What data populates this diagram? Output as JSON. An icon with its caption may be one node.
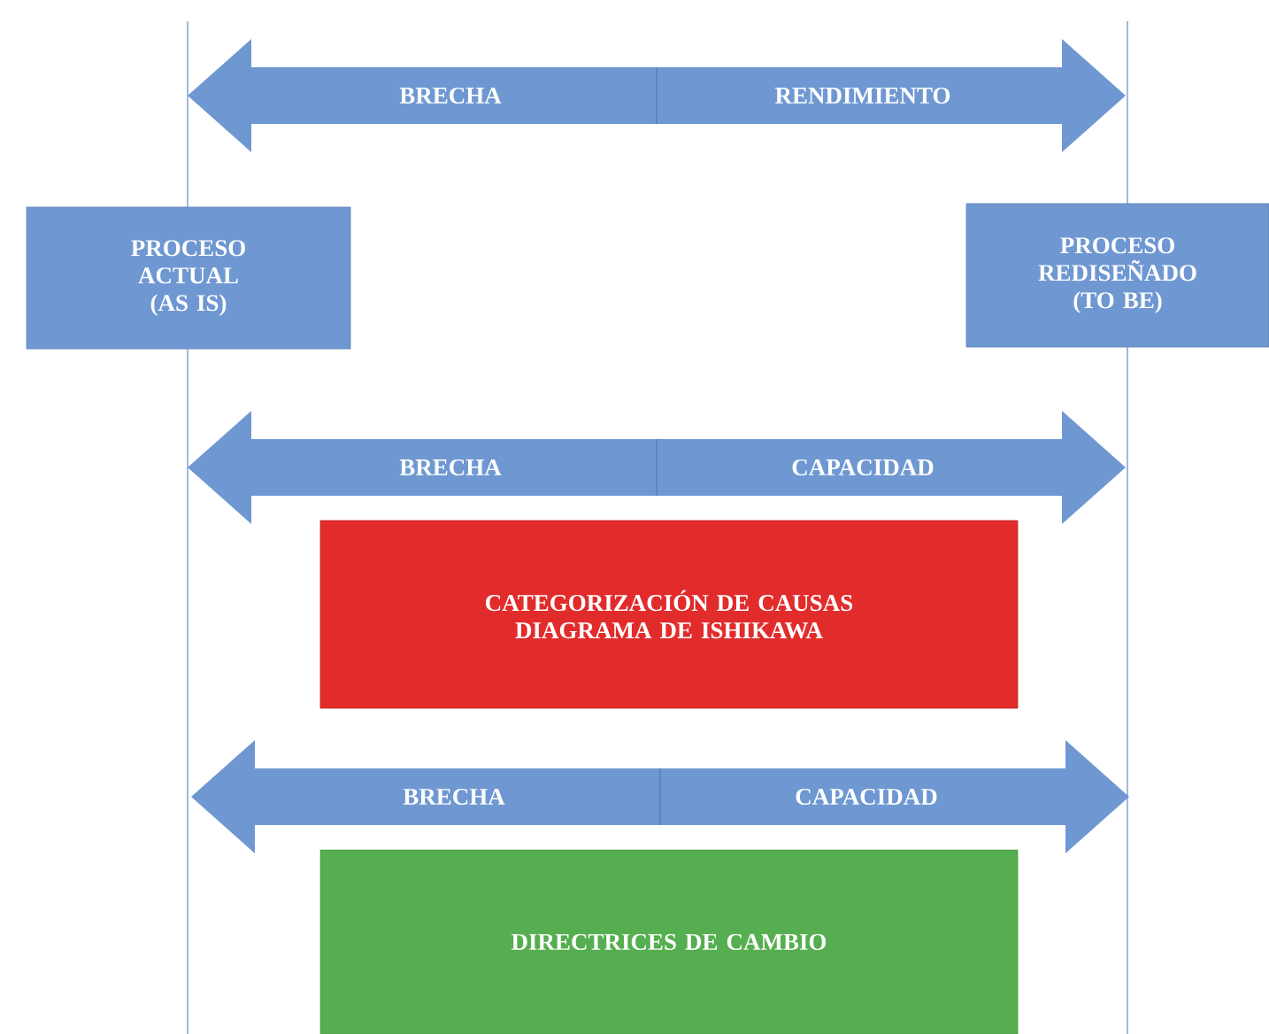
{
  "diagram": {
    "nodes": [
      {
        "text": [
          "BRECHA",
          "RENDIMIENTO"
        ]
      },
      {
        "text": [
          "PROCESO ACTUAL (AS IS)"
        ]
      },
      {
        "text": [
          "PROCESO REDISEÑADO (TO BE)"
        ]
      },
      {
        "text": [
          "BRECHA",
          "CAPACIDAD"
        ]
      },
      {
        "text": [
          "CATEGORIZACIÓN DE CAUSAS DIAGRAMA DE ISHIKAWA"
        ]
      },
      {
        "text": [
          "BRECHA",
          "CAPACIDAD"
        ]
      },
      {
        "text": [
          "DIRECTRICES DE CAMBIO"
        ]
      }
    ]
  }
}
